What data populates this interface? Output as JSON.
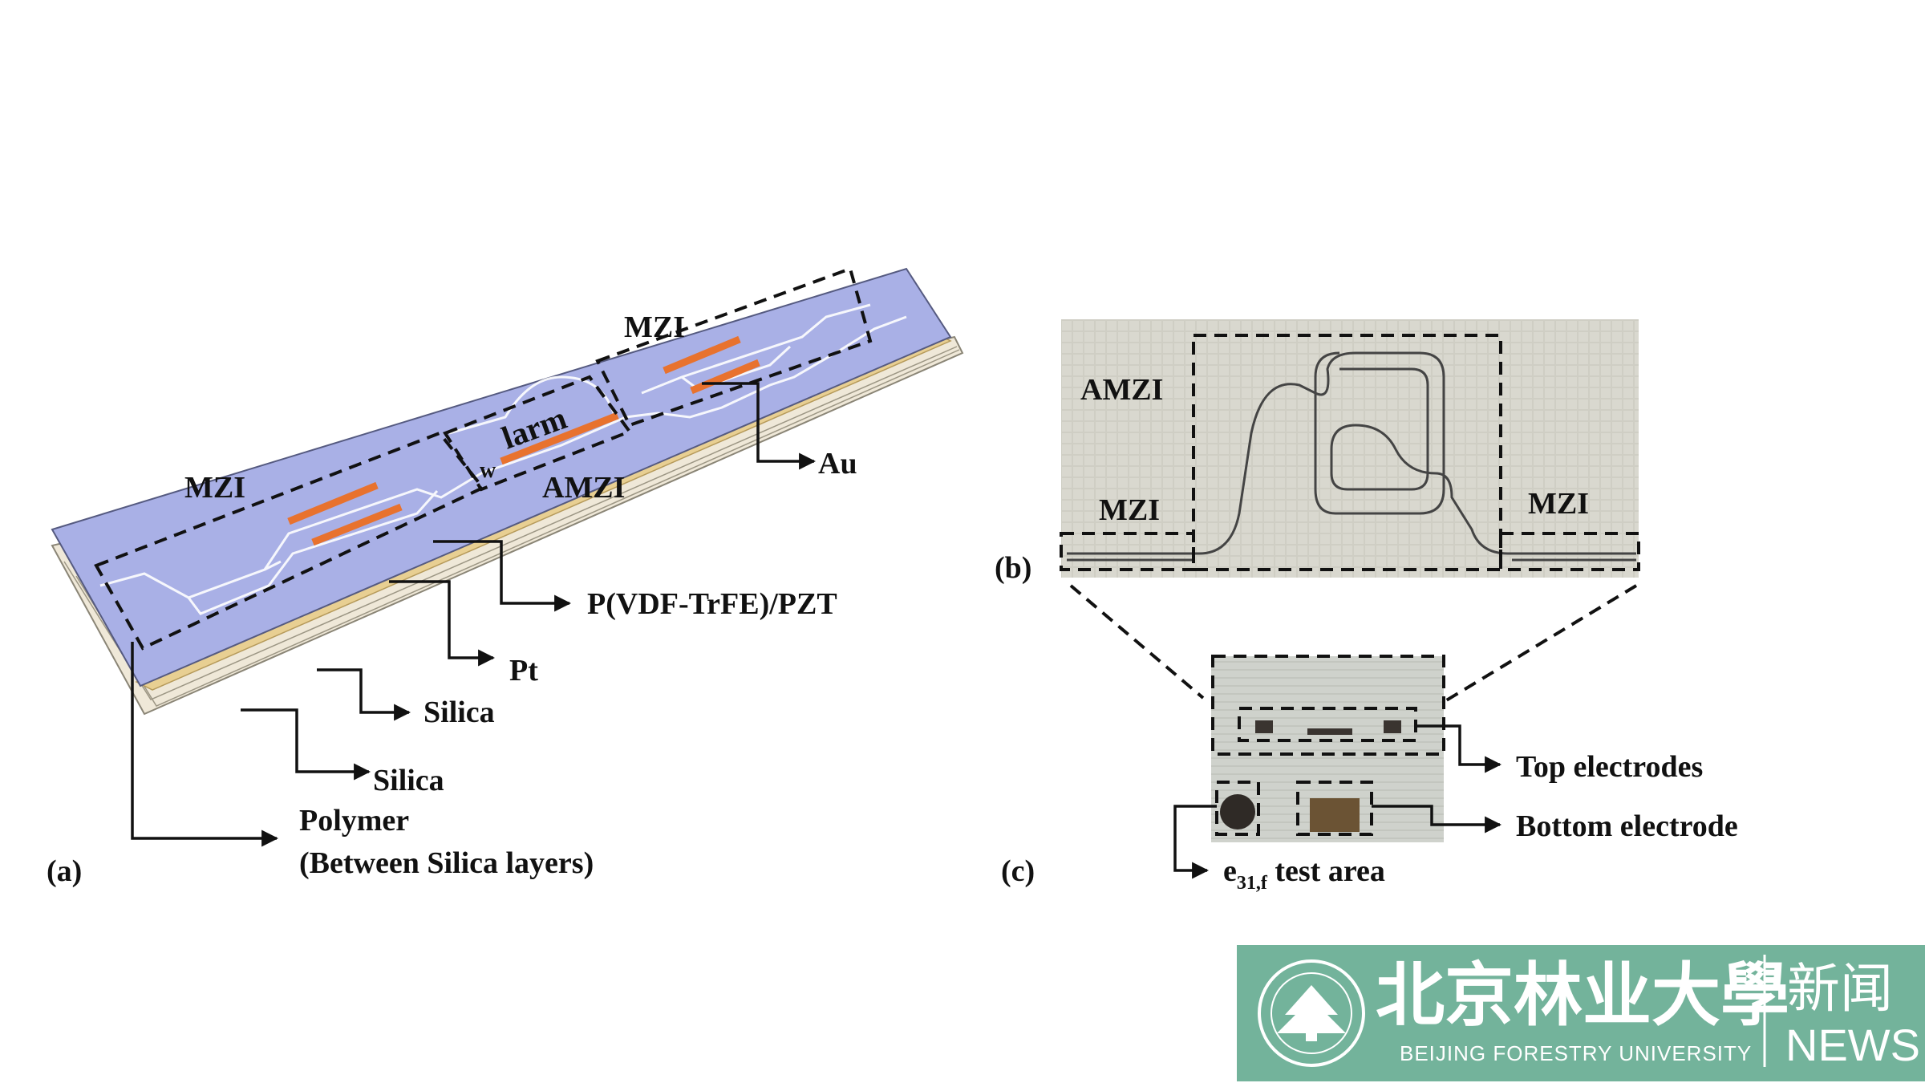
{
  "panel_a": {
    "tag": "(a)",
    "labels": {
      "mzi_left": "MZI",
      "mzi_top": "MZI",
      "amzi": "AMZI",
      "larm": "larm",
      "w": "w",
      "au": "Au",
      "pvdf": "P(VDF-TrFE)/PZT",
      "pt": "Pt",
      "silica_1": "Silica",
      "silica_2": "Silica",
      "polymer_1": "Polymer",
      "polymer_2": "(Between Silica layers)"
    }
  },
  "panel_b": {
    "tag": "(b)",
    "labels": {
      "amzi": "AMZI",
      "mzi_left": "MZI",
      "mzi_right": "MZI"
    }
  },
  "panel_c": {
    "tag": "(c)",
    "labels": {
      "top_electrodes": "Top electrodes",
      "bottom_electrode": "Bottom electrode",
      "e31_base": "e",
      "e31_sub": "31,f",
      "e31_rest": " test area"
    }
  },
  "logo": {
    "name_cn": "北京林业大學",
    "name_en": "BEIJING FORESTRY UNIVERSITY",
    "news_cn": "新闻",
    "news_en": "NEWS",
    "colors": {
      "background": "#73b39b",
      "text": "#ffffff"
    }
  },
  "colors": {
    "chip_top": "#a9b0e6",
    "chip_sides": "#efe8d8",
    "pt_layer": "#e8cf92",
    "electrode": "#e8722e"
  }
}
